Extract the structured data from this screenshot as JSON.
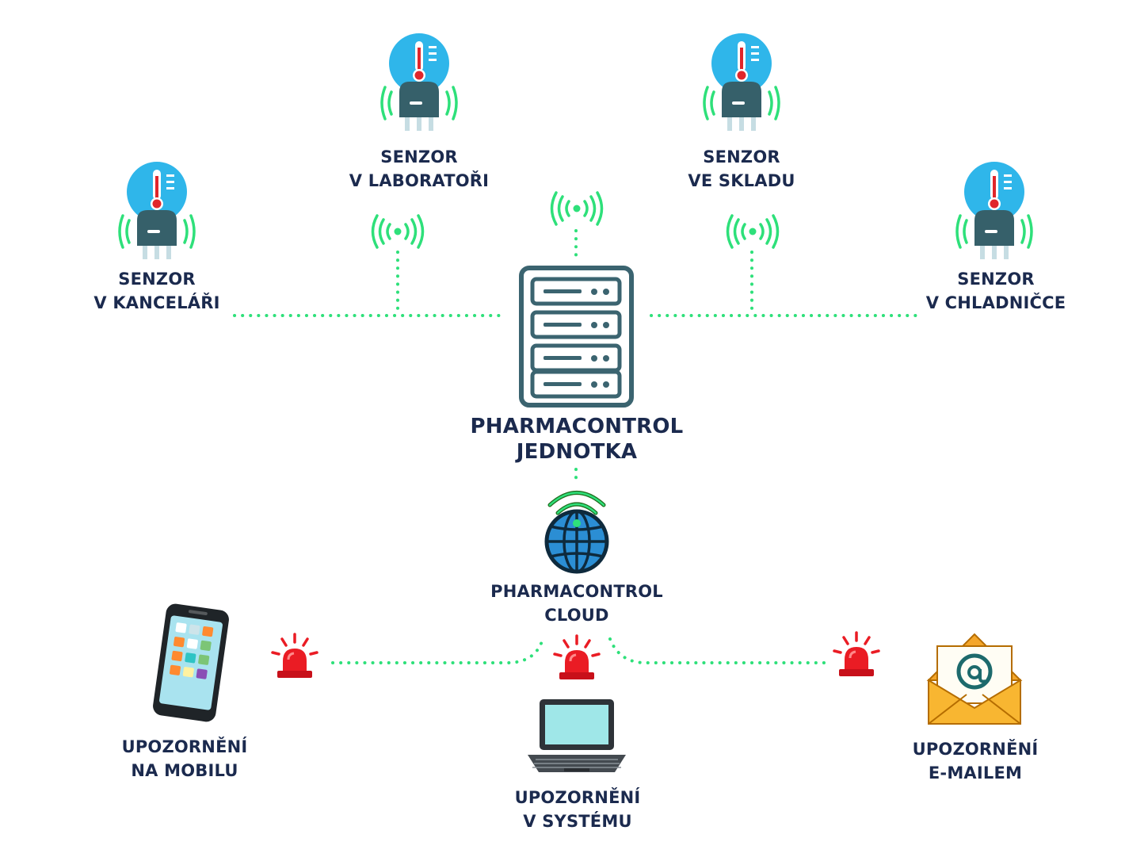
{
  "sensors": [
    {
      "line1": "SENZOR",
      "line2": "V KANCELÁŘI"
    },
    {
      "line1": "SENZOR",
      "line2": "V LABORATOŘI"
    },
    {
      "line1": "SENZOR",
      "line2": "VE SKLADU"
    },
    {
      "line1": "SENZOR",
      "line2": "V CHLADNIČCE"
    }
  ],
  "unit": {
    "line1": "PHARMACONTROL",
    "line2": "JEDNOTKA"
  },
  "cloud": {
    "line1": "PHARMACONTROL",
    "line2": "CLOUD"
  },
  "alerts": [
    {
      "line1": "UPOZORNĚNÍ",
      "line2": "NA MOBILU"
    },
    {
      "line1": "UPOZORNĚNÍ",
      "line2": "V SYSTÉMU"
    },
    {
      "line1": "UPOZORNĚNÍ",
      "line2": "E-MAILEM"
    }
  ],
  "colors": {
    "text": "#1b2a4e",
    "connector": "#2ee07a",
    "sensor_circle": "#2fb6ea",
    "sensor_body": "#36606a",
    "server": "#3b6470",
    "siren": "#ea1c24",
    "envelope": "#f6b335"
  },
  "icons": [
    "thermometer-icon",
    "wireless-signal-icon",
    "server-icon",
    "globe-icon",
    "siren-icon",
    "smartphone-icon",
    "laptop-icon",
    "email-icon"
  ]
}
